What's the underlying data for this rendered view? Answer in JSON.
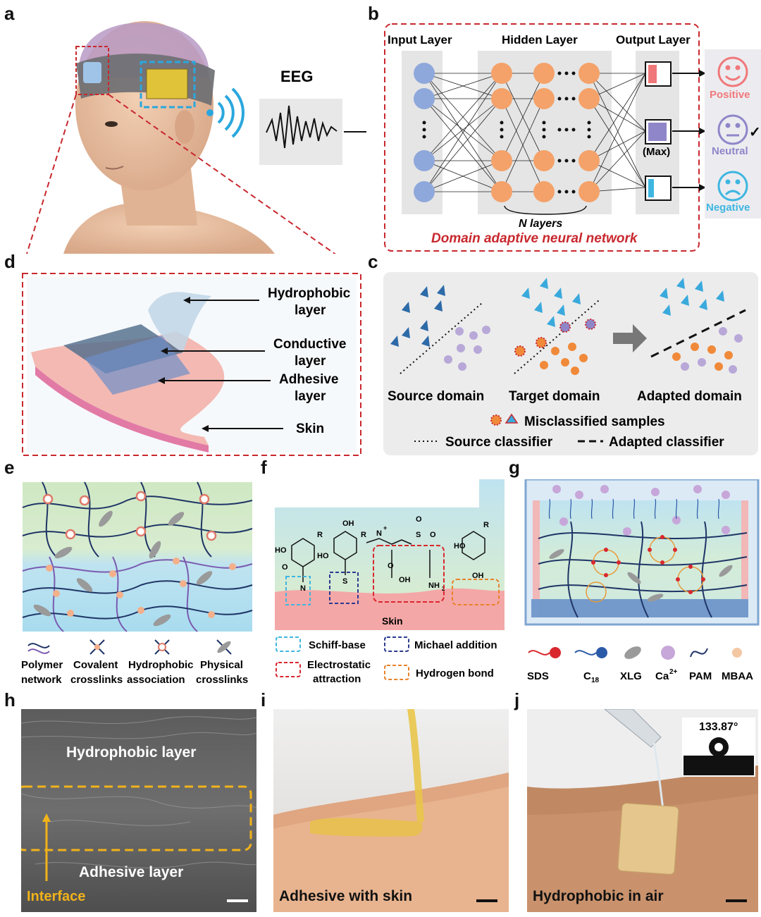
{
  "panel_labels": {
    "a": "a",
    "b": "b",
    "c": "c",
    "d": "d",
    "e": "e",
    "f": "f",
    "g": "g",
    "h": "h",
    "i": "i",
    "j": "j"
  },
  "panel_a": {
    "eeg_label": "EEG"
  },
  "panel_b": {
    "input_layer": "Input Layer",
    "hidden_layer": "Hidden Layer",
    "output_layer": "Output Layer",
    "max_label": "(Max)",
    "n_layers": "N layers",
    "network_title": "Domain adaptive neural network",
    "outputs": [
      {
        "label": "Positive",
        "color": "#f0787a"
      },
      {
        "label": "Neutral",
        "color": "#8f86c9"
      },
      {
        "label": "Negative",
        "color": "#3fb6e0"
      }
    ],
    "check_mark": "✓"
  },
  "panel_c": {
    "source_domain": "Source domain",
    "target_domain": "Target domain",
    "adapted_domain": "Adapted domain",
    "misclassified": "Misclassified samples",
    "source_classifier": "Source classifier",
    "adapted_classifier": "Adapted classifier"
  },
  "panel_d": {
    "hydrophobic_l1": "Hydrophobic",
    "hydrophobic_l2": "layer",
    "conductive_l1": "Conductive",
    "conductive_l2": "layer",
    "adhesive_l1": "Adhesive",
    "adhesive_l2": "layer",
    "skin": "Skin"
  },
  "panel_e": {
    "legend": [
      {
        "l1": "Polymer",
        "l2": "network"
      },
      {
        "l1": "Covalent",
        "l2": "crosslinks"
      },
      {
        "l1": "Hydrophobic",
        "l2": "association"
      },
      {
        "l1": "Physical",
        "l2": "crosslinks"
      }
    ]
  },
  "panel_f": {
    "skin": "Skin",
    "legend": [
      {
        "label": "Schiff-base",
        "color": "#3fb6e0"
      },
      {
        "label": "Michael addition",
        "color": "#2b3a8f"
      },
      {
        "label_l1": "Electrostatic",
        "label_l2": "attraction",
        "color": "#d9272e"
      },
      {
        "label": "Hydrogen bond",
        "color": "#e8822a"
      }
    ],
    "chem": {
      "ho1": "HO",
      "o1": "O",
      "n1": "N",
      "r1": "R",
      "oh1": "OH",
      "ho2": "HO",
      "s1": "S",
      "r2": "R",
      "n_plus": "N",
      "plus": "+",
      "s2": "S",
      "o2": "O",
      "o3": "O",
      "o4": "O",
      "oh2": "OH",
      "nh2": "NH",
      "nh2_sub": "2",
      "ho3": "HO",
      "oh3": "OH",
      "r3": "R"
    }
  },
  "panel_g": {
    "legend": [
      "SDS",
      "C",
      "XLG",
      "Ca",
      "PAM",
      "MBAA"
    ],
    "c18_sub": "18",
    "ca_sup": "2+"
  },
  "panel_h": {
    "hydrophobic": "Hydrophobic layer",
    "adhesive": "Adhesive layer",
    "interface": "Interface"
  },
  "panel_i": {
    "caption": "Adhesive with skin"
  },
  "panel_j": {
    "caption": "Hydrophobic in air",
    "angle": "133.87°"
  }
}
